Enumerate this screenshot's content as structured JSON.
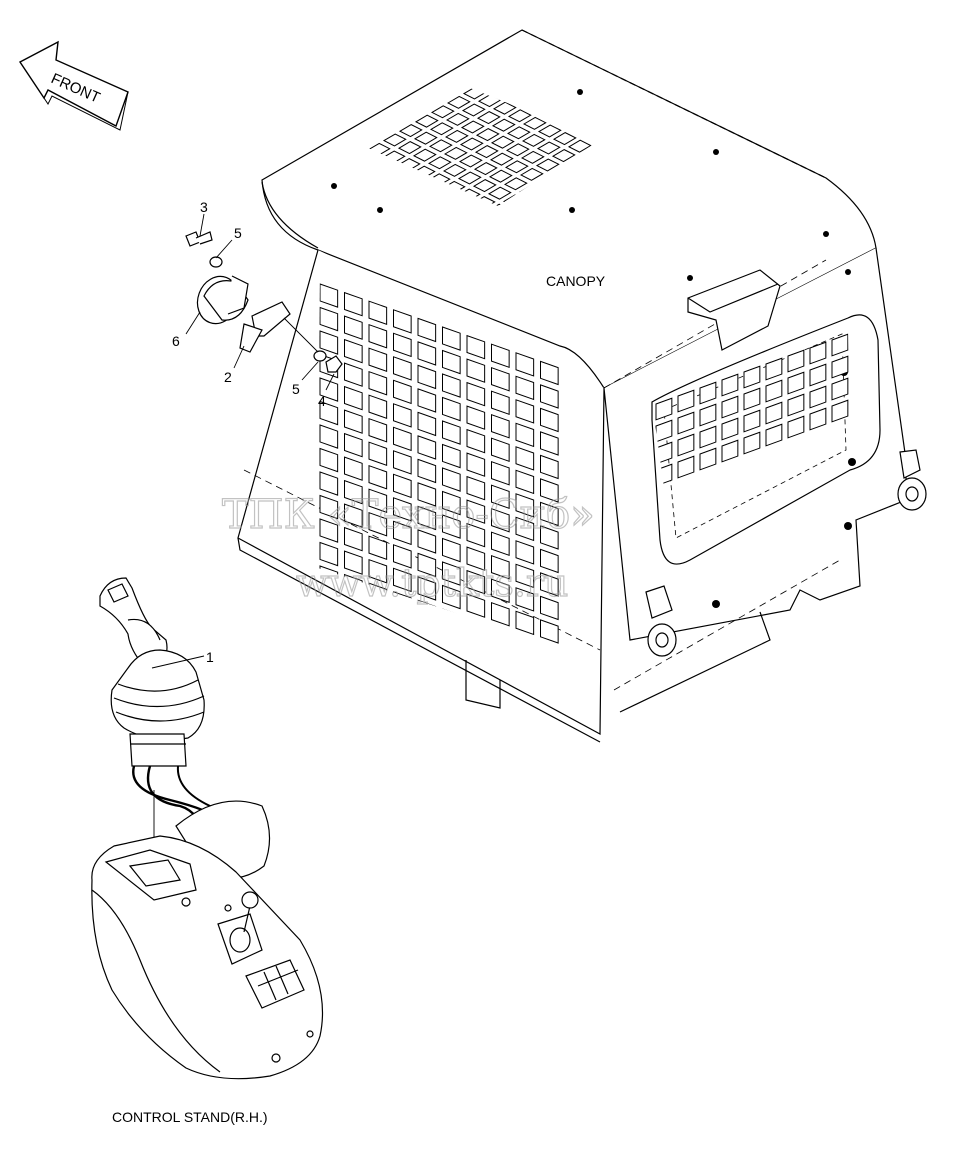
{
  "diagram": {
    "front_arrow_label": "FRONT",
    "canopy_label": "CANOPY",
    "control_stand_label": "CONTROL STAND(R.H.)",
    "callouts": {
      "c1": "1",
      "c2": "2",
      "c3": "3",
      "c4": "4",
      "c5a": "5",
      "c5b": "5",
      "c6": "6"
    },
    "watermark": {
      "line1": "ТПК «Техно-Сиб»",
      "line2": "www.tptkts.ru"
    }
  }
}
